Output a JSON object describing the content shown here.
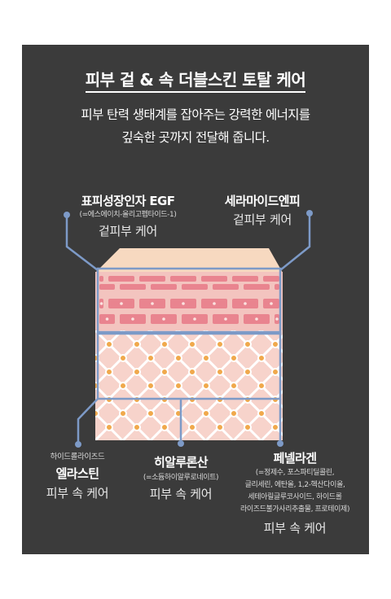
{
  "headline": "피부 겉 & 속 더블스킨 토탈 케어",
  "subtitle": {
    "line1": "피부 탄력 생태계를 잡아주는 강력한 에너지를",
    "line2": "깊숙한 곳까지 전달해 줍니다."
  },
  "ingredients": {
    "egf": {
      "name": "표피성장인자 EGF",
      "sub": "(=에스에이치-올리고펩타이드-1)",
      "role": "겉피부 케어"
    },
    "ceramide": {
      "name": "세라마이드엔피",
      "role": "겉피부 케어"
    },
    "elastin": {
      "pre": "하이드롤라이즈드",
      "name": "엘라스틴",
      "role": "피부 속 케어"
    },
    "hyaluronic": {
      "name": "히알루론산",
      "sub": "(=소듐하이알루로네이트)",
      "role": "피부 속 케어"
    },
    "peptide": {
      "name": "페넬라겐",
      "sub": [
        "(=정제수, 포스파티딜콜린,",
        "글리세린, 에탄올, 1,2-헥산다이올,",
        "세테아릴글루코사이드, 하이드롤",
        "라이즈드불가사리추출물, 프로테이제)"
      ],
      "role": "피부 속 케어"
    }
  },
  "colors": {
    "panel": "#3b3b3b",
    "line": "#7d9ac7",
    "skin_top": "#f7d9c0",
    "epidermis": "#f3c4bf",
    "cell": "#e9848f",
    "dermis": "#f7d3cb",
    "lattice": "#ffffff",
    "dot": "#f0a94c"
  }
}
